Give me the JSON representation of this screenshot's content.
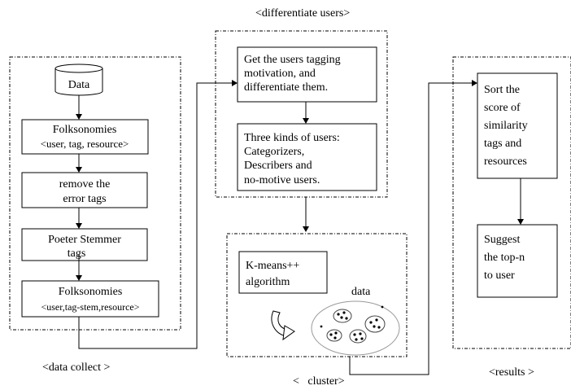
{
  "panels": {
    "data_collect": "<data collect >",
    "differentiate_users": "<differentiate users>",
    "cluster": "<   cluster>",
    "results": "<results >"
  },
  "data_cylinder": "Data",
  "collect_steps": {
    "folksonomies_1": [
      "Folksonomies",
      "<user, tag, resource>"
    ],
    "remove_error": [
      "remove the",
      "error tags"
    ],
    "porter": [
      "Poeter Stemmer",
      "tags"
    ],
    "folksonomies_2": [
      "Folksonomies",
      "<user,tag-stem,resource>"
    ]
  },
  "differentiate_steps": {
    "motivation": [
      "Get the users tagging",
      "motivation, and",
      "differentiate them."
    ],
    "kinds": [
      "Three kinds of users:",
      "Categorizers,",
      "Describers and",
      "no-motive users."
    ]
  },
  "cluster_items": {
    "algorithm": [
      "K-means++",
      "algorithm"
    ],
    "data_label": "data"
  },
  "results_steps": {
    "sort": [
      "Sort the",
      "score of",
      "similarity",
      "tags and",
      "resources"
    ],
    "suggest": [
      "Suggest",
      "the top-n",
      "to user"
    ]
  }
}
